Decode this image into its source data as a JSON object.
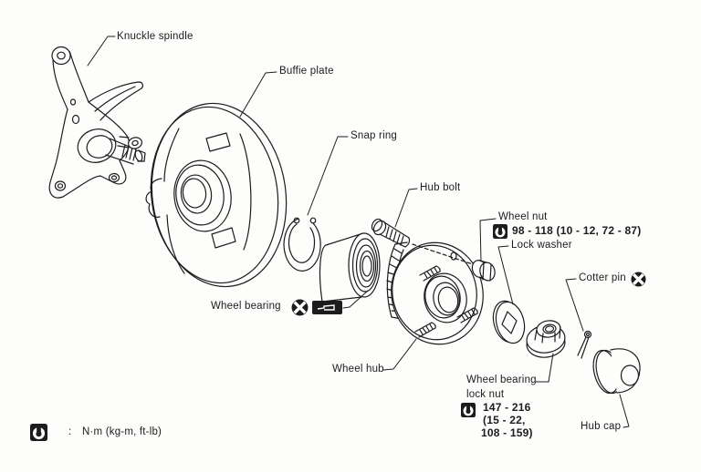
{
  "diagram": {
    "type": "exploded-parts-diagram",
    "subject": "front wheel hub assembly",
    "ink_color": "#1c1c1c",
    "background_color": "#fdfdfc",
    "labels": {
      "knuckle_spindle": "Knuckle spindle",
      "buffle_plate": "Buffie plate",
      "snap_ring": "Snap ring",
      "hub_bolt": "Hub bolt",
      "wheel_nut": "Wheel nut",
      "wheel_nut_torque": "98 - 118 (10 - 12, 72 - 87)",
      "lock_washer": "Lock washer",
      "cotter_pin": "Cotter pin",
      "wheel_bearing": "Wheel bearing",
      "wheel_hub": "Wheel hub",
      "wheel_bearing_lock_nut_line1": "Wheel bearing",
      "wheel_bearing_lock_nut_line2": "lock nut",
      "wheel_bearing_lock_nut_torque1": "147 - 216",
      "wheel_bearing_lock_nut_torque2": "(15 - 22,",
      "wheel_bearing_lock_nut_torque3": "108 - 159)",
      "hub_cap": "Hub cap"
    },
    "legend": {
      "separator": ":",
      "units": "N·m (kg-m, ft-lb)"
    },
    "icons": {
      "torque": "torque-wrench-icon",
      "non_reusable": "non-reusable-part-icon",
      "grease": "grease-icon"
    }
  }
}
